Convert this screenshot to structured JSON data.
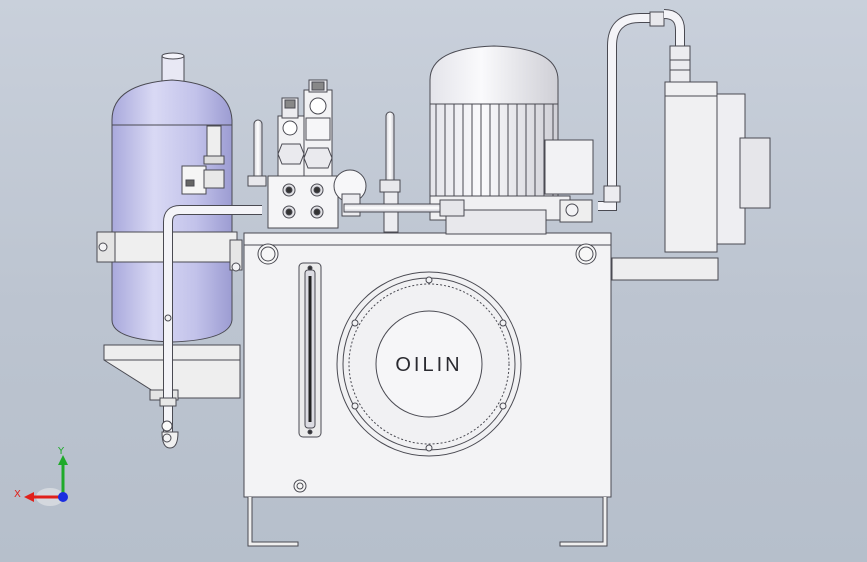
{
  "model": {
    "emblem_text": "OILIN"
  },
  "triad": {
    "x_label": "X",
    "y_label": "Y",
    "x_color": "#e0201a",
    "y_color": "#1faa2a",
    "z_color": "#1a2de0"
  },
  "colors": {
    "background": "#c4cbd6",
    "tank_fill": "#f3f3f5",
    "accumulator_fill": "#b8b8e6",
    "outline": "#4a4a52"
  }
}
